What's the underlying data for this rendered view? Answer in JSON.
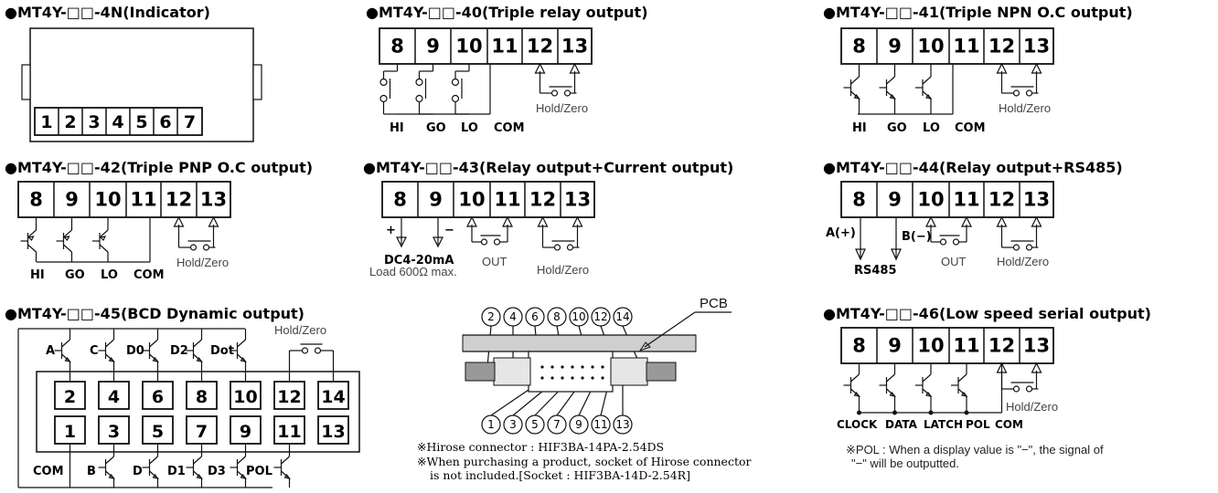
{
  "titles": {
    "t40n": "●MT4Y-□□-4N(Indicator)",
    "t40": "●MT4Y-□□-40(Triple relay output)",
    "t41": "●MT4Y-□□-41(Triple NPN O.C output)",
    "t42": "●MT4Y-□□-42(Triple PNP O.C output)",
    "t43": "●MT4Y-□□-43(Relay output+Current output)",
    "t44": "●MT4Y-□□-44(Relay output+RS485)",
    "t45": "●MT4Y-□□-45(BCD Dynamic output)",
    "t46": "●MT4Y-□□-46(Low speed serial output)"
  },
  "terminals": {
    "indicator": [
      "1",
      "2",
      "3",
      "4",
      "5",
      "6",
      "7"
    ],
    "output": [
      "8",
      "9",
      "10",
      "11",
      "12",
      "13"
    ],
    "bcd_top": [
      "2",
      "4",
      "6",
      "8",
      "10",
      "12",
      "14"
    ],
    "bcd_bottom": [
      "1",
      "3",
      "5",
      "7",
      "9",
      "11",
      "13"
    ]
  },
  "labels": {
    "hi": "HI",
    "go": "GO",
    "lo": "LO",
    "com": "COM",
    "hold_zero": "Hold/Zero",
    "plus": "+",
    "minus": "−",
    "dc": "DC4-20mA",
    "load": "Load 600Ω max.",
    "out": "OUT",
    "a_plus": "A(+)",
    "b_minus": "B(−)",
    "rs485": "RS485",
    "bcd_a": "A",
    "bcd_c": "C",
    "bcd_d0": "D0",
    "bcd_d2": "D2",
    "bcd_dot": "Dot",
    "bcd_com": "COM",
    "bcd_b": "B",
    "bcd_d": "D",
    "bcd_d1": "D1",
    "bcd_d3": "D3",
    "bcd_pol": "POL",
    "clock": "CLOCK",
    "data": "DATA",
    "latch": "LATCH",
    "pol": "POL"
  },
  "connector": {
    "pcb": "PCB",
    "top_pins": [
      "2",
      "4",
      "6",
      "8",
      "10",
      "12",
      "14"
    ],
    "bottom_pins": [
      "1",
      "3",
      "5",
      "7",
      "9",
      "11",
      "13"
    ],
    "note1": "※Hirose connector : HIF3BA-14PA-2.54DS",
    "note2": "※When purchasing a product, socket of Hirose connector",
    "note3": "is not included.[Socket : HIF3BA-14D-2.54R]"
  },
  "pol_note": {
    "line1": "※POL : When a display value is \"−\", the signal of",
    "line2": "\"−\" will be outputted."
  }
}
